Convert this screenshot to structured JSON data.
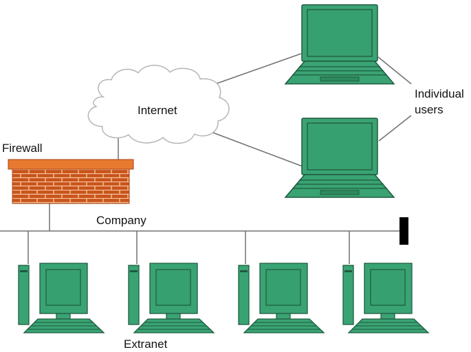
{
  "labels": {
    "internet": "Internet",
    "firewall": "Firewall",
    "individual_users_line1": "Individual",
    "individual_users_line2": "users",
    "company": "Company",
    "extranet": "Extranet"
  },
  "colors": {
    "device_fill": "#3aa374",
    "device_dark": "#1e5a3e",
    "screen_fill": "#37a070",
    "brick_top": "#e87a30",
    "brick_body": "#c9541c",
    "mortar": "#f6c8a0",
    "cloud_fill": "#ffffff",
    "cloud_stroke": "#b5b5b5",
    "line": "#707070",
    "terminator": "#000000"
  },
  "icons": {
    "cloud": "internet-cloud-icon",
    "firewall": "brick-wall-icon",
    "laptop": "laptop-icon",
    "desktop": "desktop-computer-icon",
    "terminator": "bus-terminator-icon"
  }
}
